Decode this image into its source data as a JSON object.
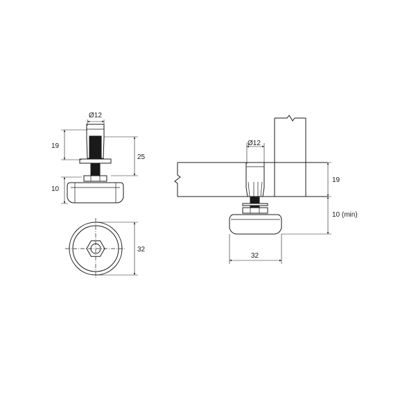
{
  "left_front_view": {
    "dia_label": "Ø12",
    "h_label": "19",
    "total_label": "25",
    "base_label": "10"
  },
  "left_top_view": {
    "dia_label": "32"
  },
  "right_installed_view": {
    "dia_label": "Ø12",
    "h_label": "19",
    "min_label": "10 (min)",
    "base_label": "32"
  }
}
